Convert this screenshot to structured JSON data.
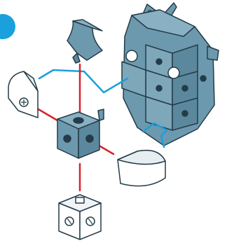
{
  "instruction": {
    "step_badge": {
      "shape": "circle",
      "color": "#1aa0dc"
    },
    "parts": [
      {
        "name": "slope-piece",
        "color": "#5f8da3"
      },
      {
        "name": "corner-piece",
        "color": "#ffffff"
      },
      {
        "name": "center-cube",
        "color": "#5f8da3"
      },
      {
        "name": "quarter-round-piece",
        "color": "#ffffff"
      },
      {
        "name": "bottom-cube",
        "color": "#ffffff"
      },
      {
        "name": "assembled-model",
        "color": "#5f8da3"
      }
    ],
    "connector_colors": {
      "red": "#d8232a",
      "blue": "#1aa0dc"
    }
  }
}
